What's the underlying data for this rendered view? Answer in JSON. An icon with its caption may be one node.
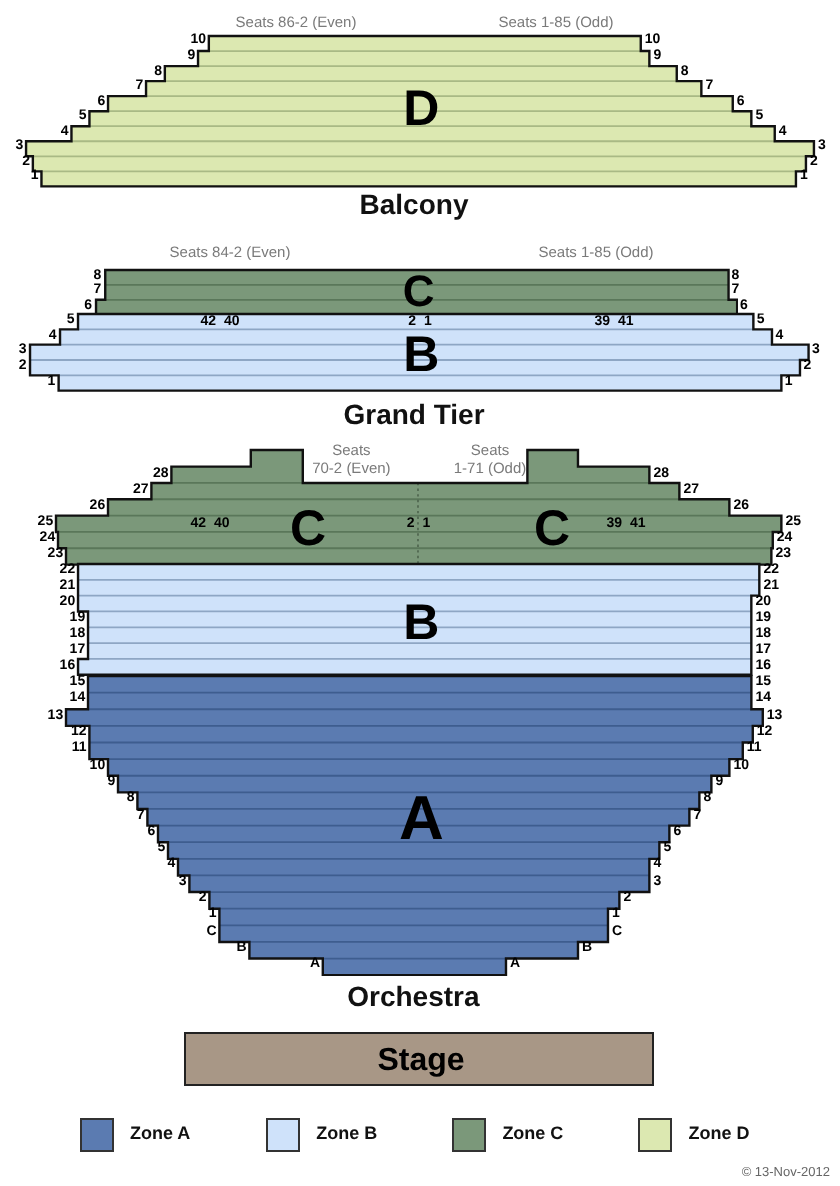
{
  "diagram": {
    "nodes": [
      {
        "text": [
          "D"
        ]
      },
      {
        "text": [
          "C"
        ]
      },
      {
        "text": [
          "42 40",
          "2 1",
          "39 41",
          "B"
        ]
      },
      {
        "text": [
          "42 40",
          "C",
          "2 1",
          "C",
          "39 41"
        ]
      },
      {
        "text": [
          "B"
        ]
      },
      {
        "text": [
          "A"
        ]
      },
      {
        "text": [
          "Stage"
        ]
      }
    ],
    "labels": [
      "Seats 86-2 (Even)",
      "Seats 1-85 (Odd)",
      "10",
      "10",
      "9",
      "9",
      "8",
      "8",
      "7",
      "7",
      "6",
      "6",
      "5",
      "5",
      "4",
      "4",
      "3",
      "3",
      "2",
      "2",
      "1",
      "1",
      "Balcony",
      "Seats 84-2 (Even)",
      "Seats 1-85 (Odd)",
      "8",
      "8",
      "7",
      "7",
      "6",
      "6",
      "5",
      "5",
      "4",
      "4",
      "3",
      "3",
      "2",
      "2",
      "1",
      "1",
      "Grand Tier",
      "Seats 70-2 (Even)",
      "Seats 1-71 (Odd)",
      "28",
      "28",
      "27",
      "27",
      "26",
      "26",
      "25",
      "25",
      "24",
      "24",
      "23",
      "23",
      "22",
      "22",
      "21",
      "21",
      "20",
      "20",
      "19",
      "19",
      "18",
      "18",
      "17",
      "17",
      "16",
      "16",
      "15",
      "15",
      "14",
      "14",
      "13",
      "13",
      "12",
      "12",
      "11",
      "11",
      "10",
      "10",
      "9",
      "9",
      "8",
      "8",
      "7",
      "7",
      "6",
      "6",
      "5",
      "5",
      "4",
      "4",
      "3",
      "3",
      "2",
      "2",
      "1",
      "1",
      "C",
      "C",
      "B",
      "B",
      "A",
      "A",
      "Orchestra",
      "© 13-Nov-2012"
    ],
    "legend": [
      {
        "text": "Zone A",
        "color": "#5b7bb1"
      },
      {
        "text": "Zone B",
        "color": "#cfe2fa"
      },
      {
        "text": "Zone C",
        "color": "#7b987a"
      },
      {
        "text": "Zone D",
        "color": "#dce8b1"
      }
    ]
  }
}
